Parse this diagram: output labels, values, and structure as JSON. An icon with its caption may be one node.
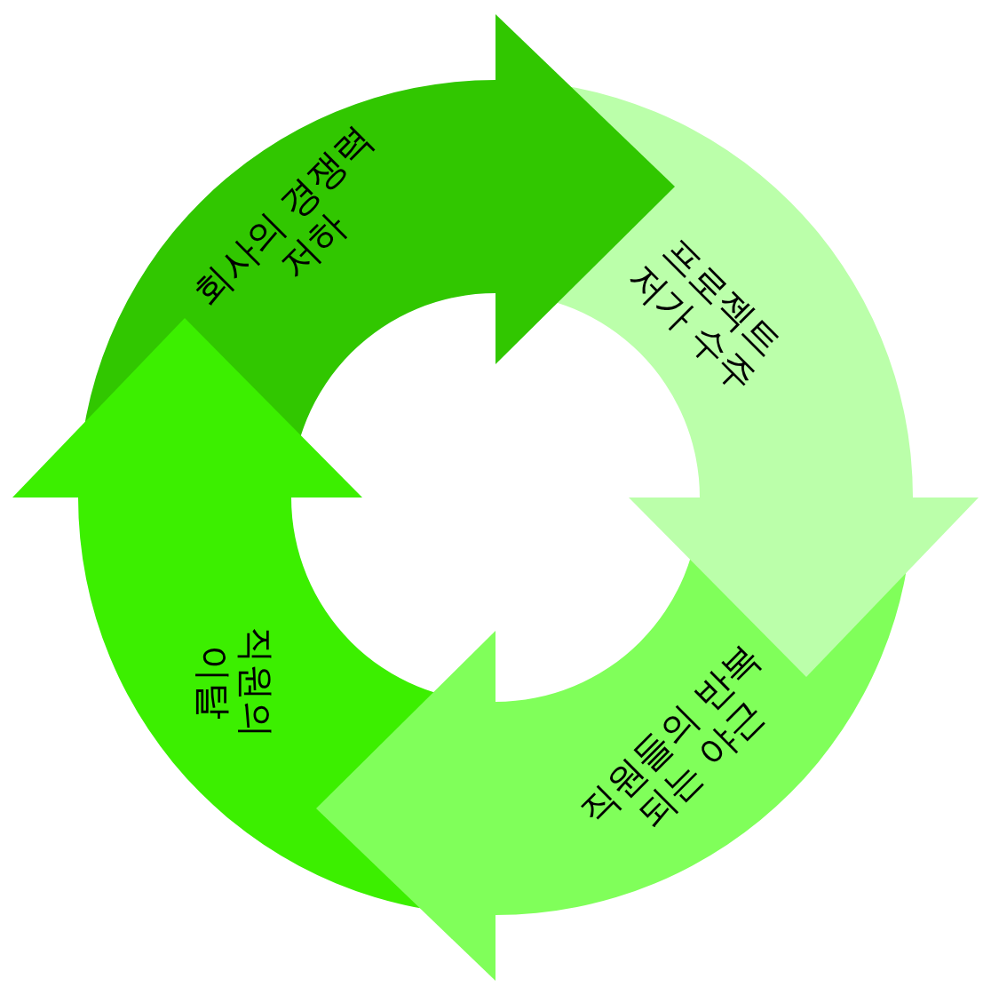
{
  "diagram": {
    "nodes": [
      {
        "text": [
          "회사의 경쟁력 저하"
        ]
      },
      {
        "text": [
          "프로젝트 저가 수주"
        ]
      },
      {
        "text": [
          "직원들의 반복되는 야근"
        ]
      },
      {
        "text": [
          "직원의 이탈"
        ]
      }
    ]
  }
}
